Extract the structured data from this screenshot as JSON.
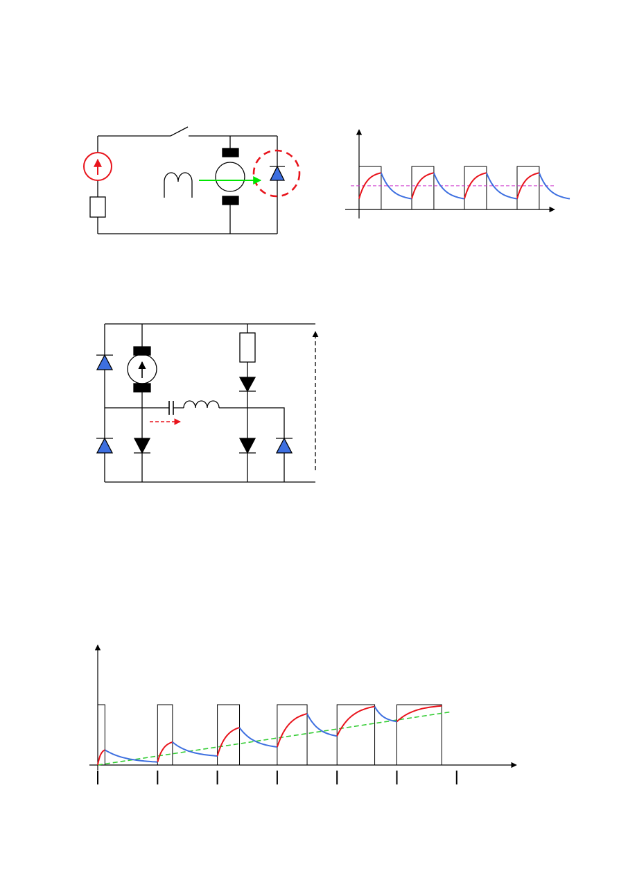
{
  "colors": {
    "wire": "#000000",
    "source": "#e8141c",
    "diode_freewheel": "#3d6fe0",
    "diode_main": "#000000",
    "current_rise": "#e8141c",
    "current_decay": "#3d6fe0",
    "arrow_green": "#00e600",
    "average_line": "#cc33cc",
    "ramp_line": "#33cc33"
  },
  "figures": {
    "circuit_a": {
      "components": [
        "current-source",
        "resistor",
        "switch",
        "field-winding",
        "dc-motor",
        "freewheel-diode",
        "highlight-circle",
        "current-arrow"
      ]
    },
    "circuit_b": {
      "components": [
        "diode",
        "diode",
        "dc-motor",
        "resistor",
        "diode",
        "capacitor",
        "inductor",
        "diode",
        "diode",
        "diode",
        "voltage-arrow",
        "current-arrow"
      ]
    }
  },
  "chart_data": [
    {
      "type": "line",
      "grid": false,
      "legend": "none",
      "periods": 4,
      "duty_cycle": 0.42,
      "pulse_level": 1.0,
      "average_level": 0.55,
      "current_min": 0.25,
      "current_max": 0.85,
      "series": [
        {
          "values": [
            0.25,
            0.85,
            0.25,
            0.85,
            0.25,
            0.85,
            0.25,
            0.85
          ]
        }
      ]
    },
    {
      "type": "line",
      "grid": false,
      "legend": "none",
      "pulses": [
        {
          "on_width": 0.12
        },
        {
          "on_width": 0.25
        },
        {
          "on_width": 0.37
        },
        {
          "on_width": 0.5
        },
        {
          "on_width": 0.63
        },
        {
          "on_width": 0.75
        }
      ],
      "pulse_level": 1.0,
      "series": [
        {
          "values": [
            0.0,
            0.25,
            0.05,
            0.38,
            0.15,
            0.62,
            0.3,
            0.85,
            0.48,
            0.97,
            0.72,
            0.98
          ]
        }
      ],
      "ramp": [
        0.0,
        0.88
      ]
    }
  ]
}
